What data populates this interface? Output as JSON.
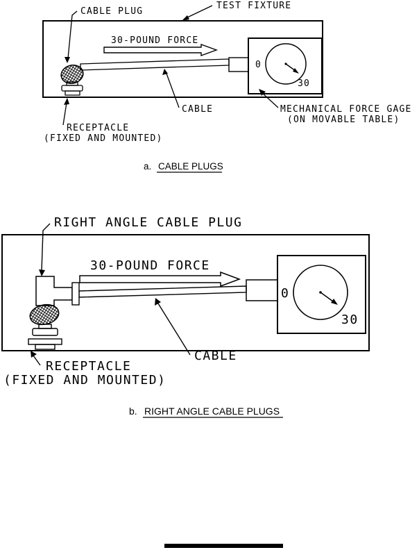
{
  "colors": {
    "ink": "#000000",
    "paper": "#ffffff"
  },
  "figure_a": {
    "labels": {
      "cable_plug": "CABLE PLUG",
      "test_fixture": "TEST FIXTURE",
      "force": "30-POUND FORCE",
      "cable": "CABLE",
      "gage_line1": "MECHANICAL FORCE GAGE",
      "gage_line2": "(ON MOVABLE TABLE)",
      "receptacle_line1": "RECEPTACLE",
      "receptacle_line2": "(FIXED AND MOUNTED)"
    },
    "gage": {
      "min": "0",
      "max": "30"
    },
    "caption_prefix": "a.",
    "caption_text": "CABLE PLUGS"
  },
  "figure_b": {
    "labels": {
      "plug": "RIGHT ANGLE CABLE PLUG",
      "force": "30-POUND FORCE",
      "cable": "CABLE",
      "receptacle_line1": "RECEPTACLE",
      "receptacle_line2": "(FIXED AND MOUNTED)"
    },
    "gage": {
      "min": "0",
      "max": "30"
    },
    "caption_prefix": "b.",
    "caption_text": "RIGHT ANGLE CABLE PLUGS"
  }
}
